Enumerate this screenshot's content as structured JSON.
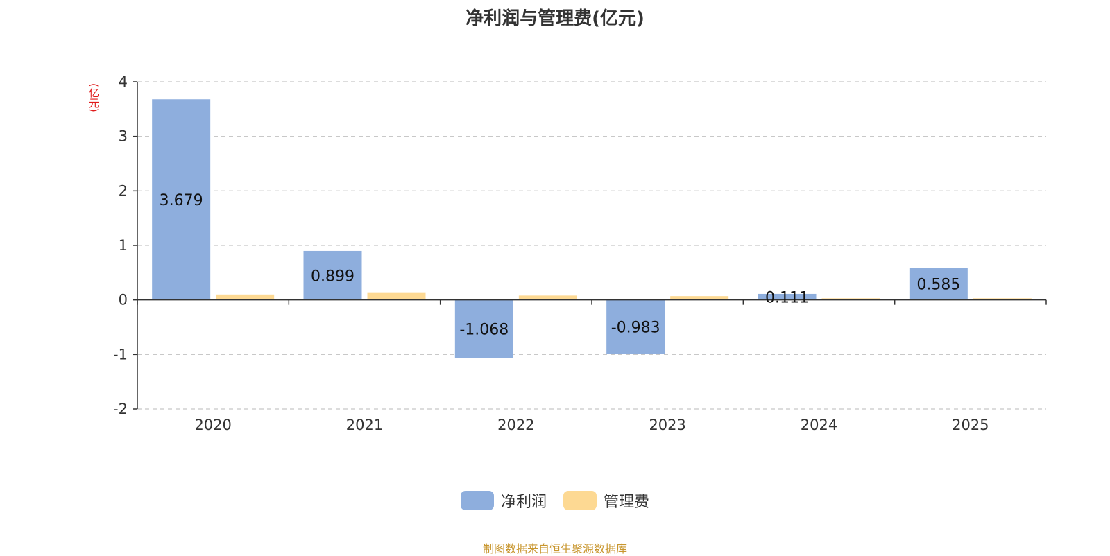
{
  "chart_data": {
    "type": "bar",
    "title": "净利润与管理费(亿元)",
    "ylabel": "(亿元)",
    "categories": [
      "2020",
      "2021",
      "2022",
      "2023",
      "2024",
      "2025"
    ],
    "series": [
      {
        "name": "净利润",
        "color": "#8eaedd",
        "values": [
          3.679,
          0.899,
          -1.068,
          -0.983,
          0.111,
          0.585
        ]
      },
      {
        "name": "管理费",
        "color": "#fdd993",
        "values": [
          0.1,
          0.14,
          0.08,
          0.07,
          0.03,
          0.03
        ]
      }
    ],
    "data_labels": [
      "3.679",
      "0.899",
      "-1.068",
      "-0.983",
      "0.111",
      "0.585"
    ],
    "ylim": [
      -2,
      4
    ],
    "yticks": [
      "4",
      "3",
      "2",
      "1",
      "0",
      "-1",
      "-2"
    ],
    "grid": true,
    "legend_position": "bottom"
  },
  "source": "制图数据来自恒生聚源数据库"
}
